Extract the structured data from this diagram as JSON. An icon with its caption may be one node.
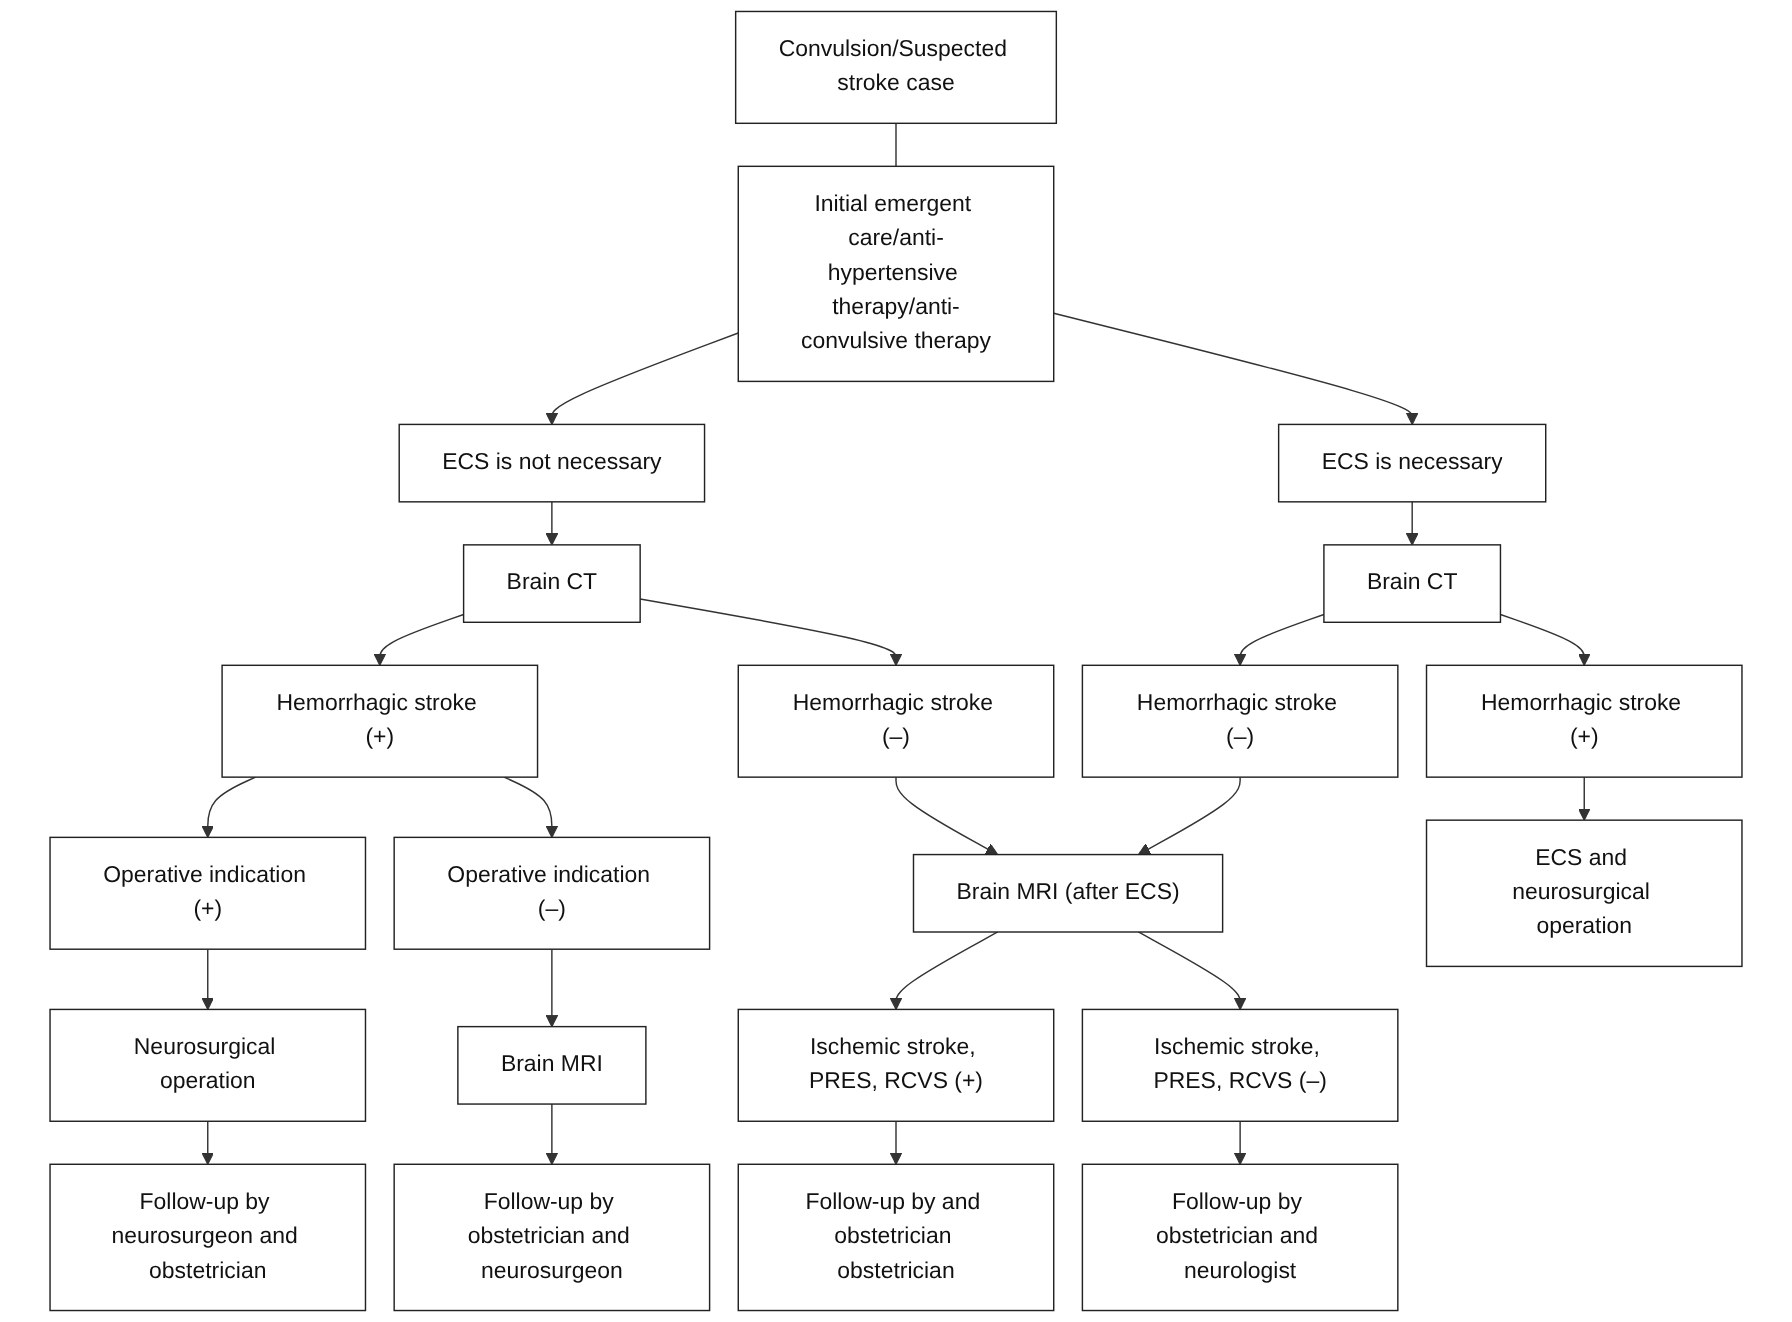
{
  "diagram": {
    "nodes": [
      {
        "text": [
          "Convulsion/Suspected stroke case"
        ]
      },
      {
        "text": [
          "Initial emergent care/anti-hypertensive therapy/anti-convulsive therapy"
        ]
      },
      {
        "text": [
          "ECS is not necessary"
        ]
      },
      {
        "text": [
          "ECS is necessary"
        ]
      },
      {
        "text": [
          "Brain CT"
        ]
      },
      {
        "text": [
          "Brain CT"
        ]
      },
      {
        "text": [
          "Hemorrhagic stroke (+)"
        ]
      },
      {
        "text": [
          "Hemorrhagic stroke (–)"
        ]
      },
      {
        "text": [
          "Hemorrhagic stroke (–)"
        ]
      },
      {
        "text": [
          "Hemorrhagic stroke (+)"
        ]
      },
      {
        "text": [
          "Operative indication (+)"
        ]
      },
      {
        "text": [
          "Operative indication (–)"
        ]
      },
      {
        "text": [
          "Brain MRI (after ECS)"
        ]
      },
      {
        "text": [
          "ECS and neurosurgical operation"
        ]
      },
      {
        "text": [
          "Neurosurgical operation"
        ]
      },
      {
        "text": [
          "Brain MRI"
        ]
      },
      {
        "text": [
          "Ischemic stroke, PRES, RCVS (+)"
        ]
      },
      {
        "text": [
          "Ischemic stroke, PRES, RCVS (–)"
        ]
      },
      {
        "text": [
          "Follow-up by neurosurgeon and obstetrician"
        ]
      },
      {
        "text": [
          "Follow-up by obstetrician and neurosurgeon"
        ]
      },
      {
        "text": [
          "Follow-up by and obstetrician obstetrician"
        ]
      },
      {
        "text": [
          "Follow-up by obstetrician and neurologist"
        ]
      }
    ],
    "edges": [
      {
        "from": 0,
        "to": 1,
        "arrow": "none"
      },
      {
        "from": 1,
        "to": 2,
        "arrow": "to"
      },
      {
        "from": 1,
        "to": 3,
        "arrow": "to"
      },
      {
        "from": 2,
        "to": 4,
        "arrow": "to"
      },
      {
        "from": 3,
        "to": 5,
        "arrow": "to"
      },
      {
        "from": 4,
        "to": 6,
        "arrow": "to"
      },
      {
        "from": 4,
        "to": 7,
        "arrow": "to"
      },
      {
        "from": 5,
        "to": 8,
        "arrow": "to"
      },
      {
        "from": 5,
        "to": 9,
        "arrow": "to"
      },
      {
        "from": 6,
        "to": 10,
        "arrow": "to"
      },
      {
        "from": 6,
        "to": 11,
        "arrow": "to"
      },
      {
        "from": 7,
        "to": 12,
        "arrow": "to"
      },
      {
        "from": 8,
        "to": 12,
        "arrow": "to"
      },
      {
        "from": 9,
        "to": 13,
        "arrow": "to"
      },
      {
        "from": 10,
        "to": 14,
        "arrow": "to"
      },
      {
        "from": 11,
        "to": 15,
        "arrow": "to"
      },
      {
        "from": 12,
        "to": 16,
        "arrow": "to"
      },
      {
        "from": 12,
        "to": 17,
        "arrow": "to"
      },
      {
        "from": 14,
        "to": 18,
        "arrow": "to"
      },
      {
        "from": 15,
        "to": 19,
        "arrow": "to"
      },
      {
        "from": 16,
        "to": 20,
        "arrow": "to"
      },
      {
        "from": 17,
        "to": 21,
        "arrow": "to"
      }
    ]
  }
}
